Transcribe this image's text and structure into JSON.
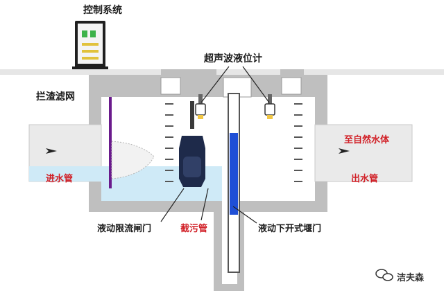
{
  "labels": {
    "control_system": "控制系统",
    "ultrasonic_level_meter": "超声波液位计",
    "trash_screen": "拦渣滤网",
    "inlet_pipe": "进水管",
    "to_natural_water": "至自然水体",
    "outlet_pipe": "出水管",
    "flow_limit_gate": "液动限流闸门",
    "sewage_intercept_pipe": "截污管",
    "downward_weir_gate": "液动下开式堰门"
  },
  "watermark": {
    "brand": "洁夫森"
  },
  "colors": {
    "accent_red": "#d11f26",
    "water_blue": "#cfeaf7",
    "weir_blue": "#1f4fd6",
    "gate_dark": "#1e2a4a",
    "screen_purple": "#6a1a8c",
    "wall_gray": "#bdbdbd"
  }
}
